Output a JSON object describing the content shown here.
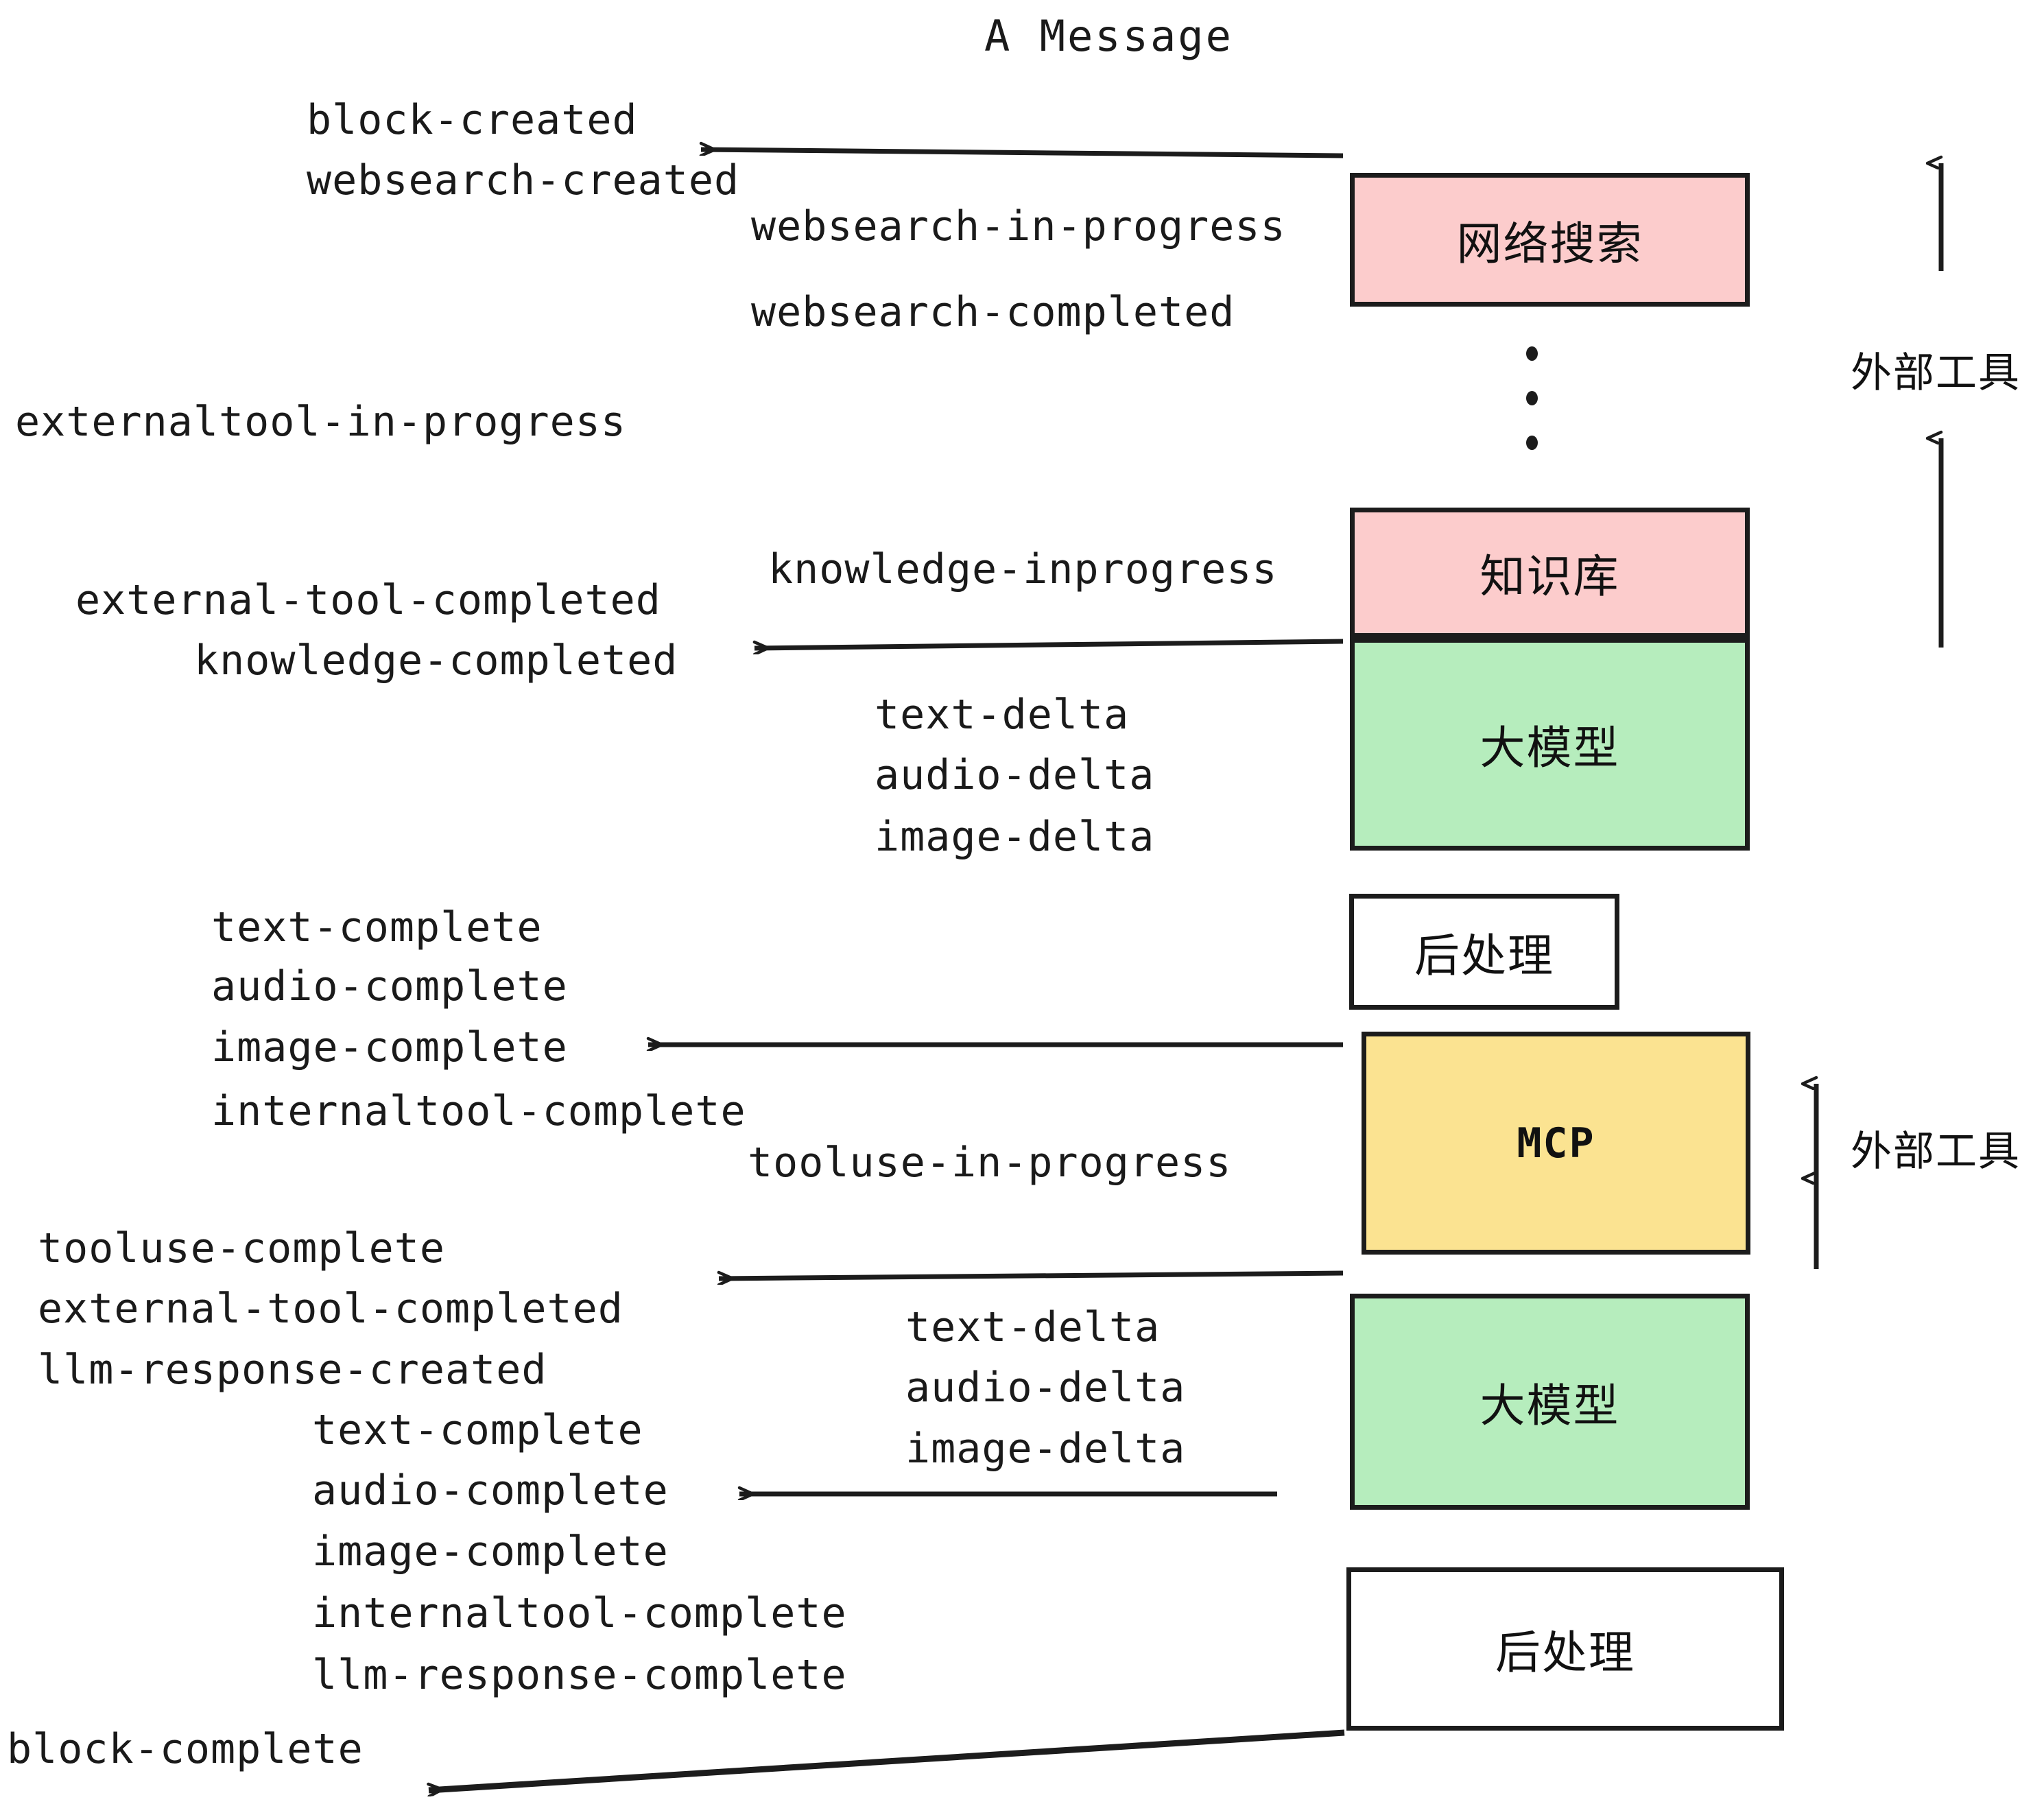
{
  "title": "A Message",
  "colors": {
    "pink": "#fccccc",
    "green": "#b6edbd",
    "yellow": "#fbe391",
    "white": "#ffffff",
    "stroke": "#1c1c1c"
  },
  "boxes": {
    "websearch": "网络搜索",
    "knowledge": "知识库",
    "llm_1": "大模型",
    "postprocess_1": "后处理",
    "mcp": "MCP",
    "llm_2": "大模型",
    "postprocess_2": "后处理"
  },
  "side_labels": {
    "external_tool_top": "外部工具",
    "external_tool_bottom": "外部工具"
  },
  "events": {
    "block_created": "block-created",
    "websearch_created": "websearch-created",
    "websearch_in_progress": "websearch-in-progress",
    "websearch_completed": "websearch-completed",
    "externaltool_in_progress": "externaltool-in-progress",
    "knowledge_inprogress": "knowledge-inprogress",
    "external_tool_completed_1": "external-tool-completed",
    "knowledge_completed": "knowledge-completed",
    "text_delta_1": "text-delta",
    "audio_delta_1": "audio-delta",
    "image_delta_1": "image-delta",
    "text_complete_1": "text-complete",
    "audio_complete_1": "audio-complete",
    "image_complete_1": "image-complete",
    "internaltool_complete_1": "internaltool-complete",
    "tooluse_in_progress": "tooluse-in-progress",
    "tooluse_complete": "tooluse-complete",
    "external_tool_completed_2": "external-tool-completed",
    "llm_response_created": "llm-response-created",
    "text_delta_2": "text-delta",
    "audio_delta_2": "audio-delta",
    "image_delta_2": "image-delta",
    "text_complete_2": "text-complete",
    "audio_complete_2": "audio-complete",
    "image_complete_2": "image-complete",
    "internaltool_complete_2": "internaltool-complete",
    "llm_response_complete": "llm-response-complete",
    "block_complete": "block-complete"
  }
}
